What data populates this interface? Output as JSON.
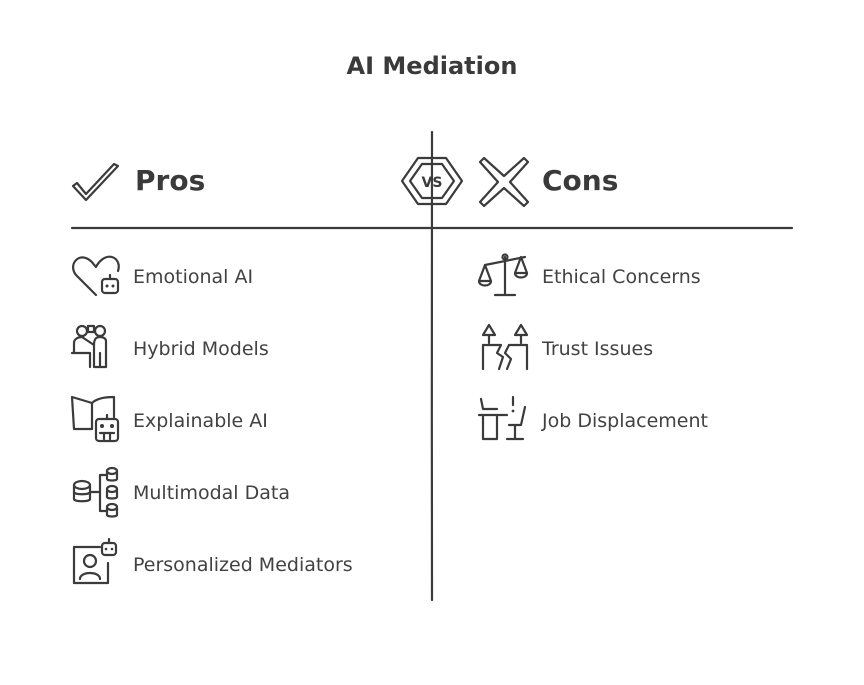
{
  "title": "AI Mediation",
  "pros": {
    "heading": "Pros",
    "items": [
      {
        "label": "Emotional AI",
        "icon": "heart-robot-icon"
      },
      {
        "label": "Hybrid Models",
        "icon": "people-presentation-icon"
      },
      {
        "label": "Explainable AI",
        "icon": "book-robot-icon"
      },
      {
        "label": "Multimodal Data",
        "icon": "database-stack-icon"
      },
      {
        "label": "Personalized Mediators",
        "icon": "person-robot-frame-icon"
      }
    ]
  },
  "vs_badge": "VS",
  "cons": {
    "heading": "Cons",
    "items": [
      {
        "label": "Ethical Concerns",
        "icon": "balance-scale-icon"
      },
      {
        "label": "Trust Issues",
        "icon": "broken-trust-icon"
      },
      {
        "label": "Job Displacement",
        "icon": "empty-desk-icon"
      }
    ]
  }
}
